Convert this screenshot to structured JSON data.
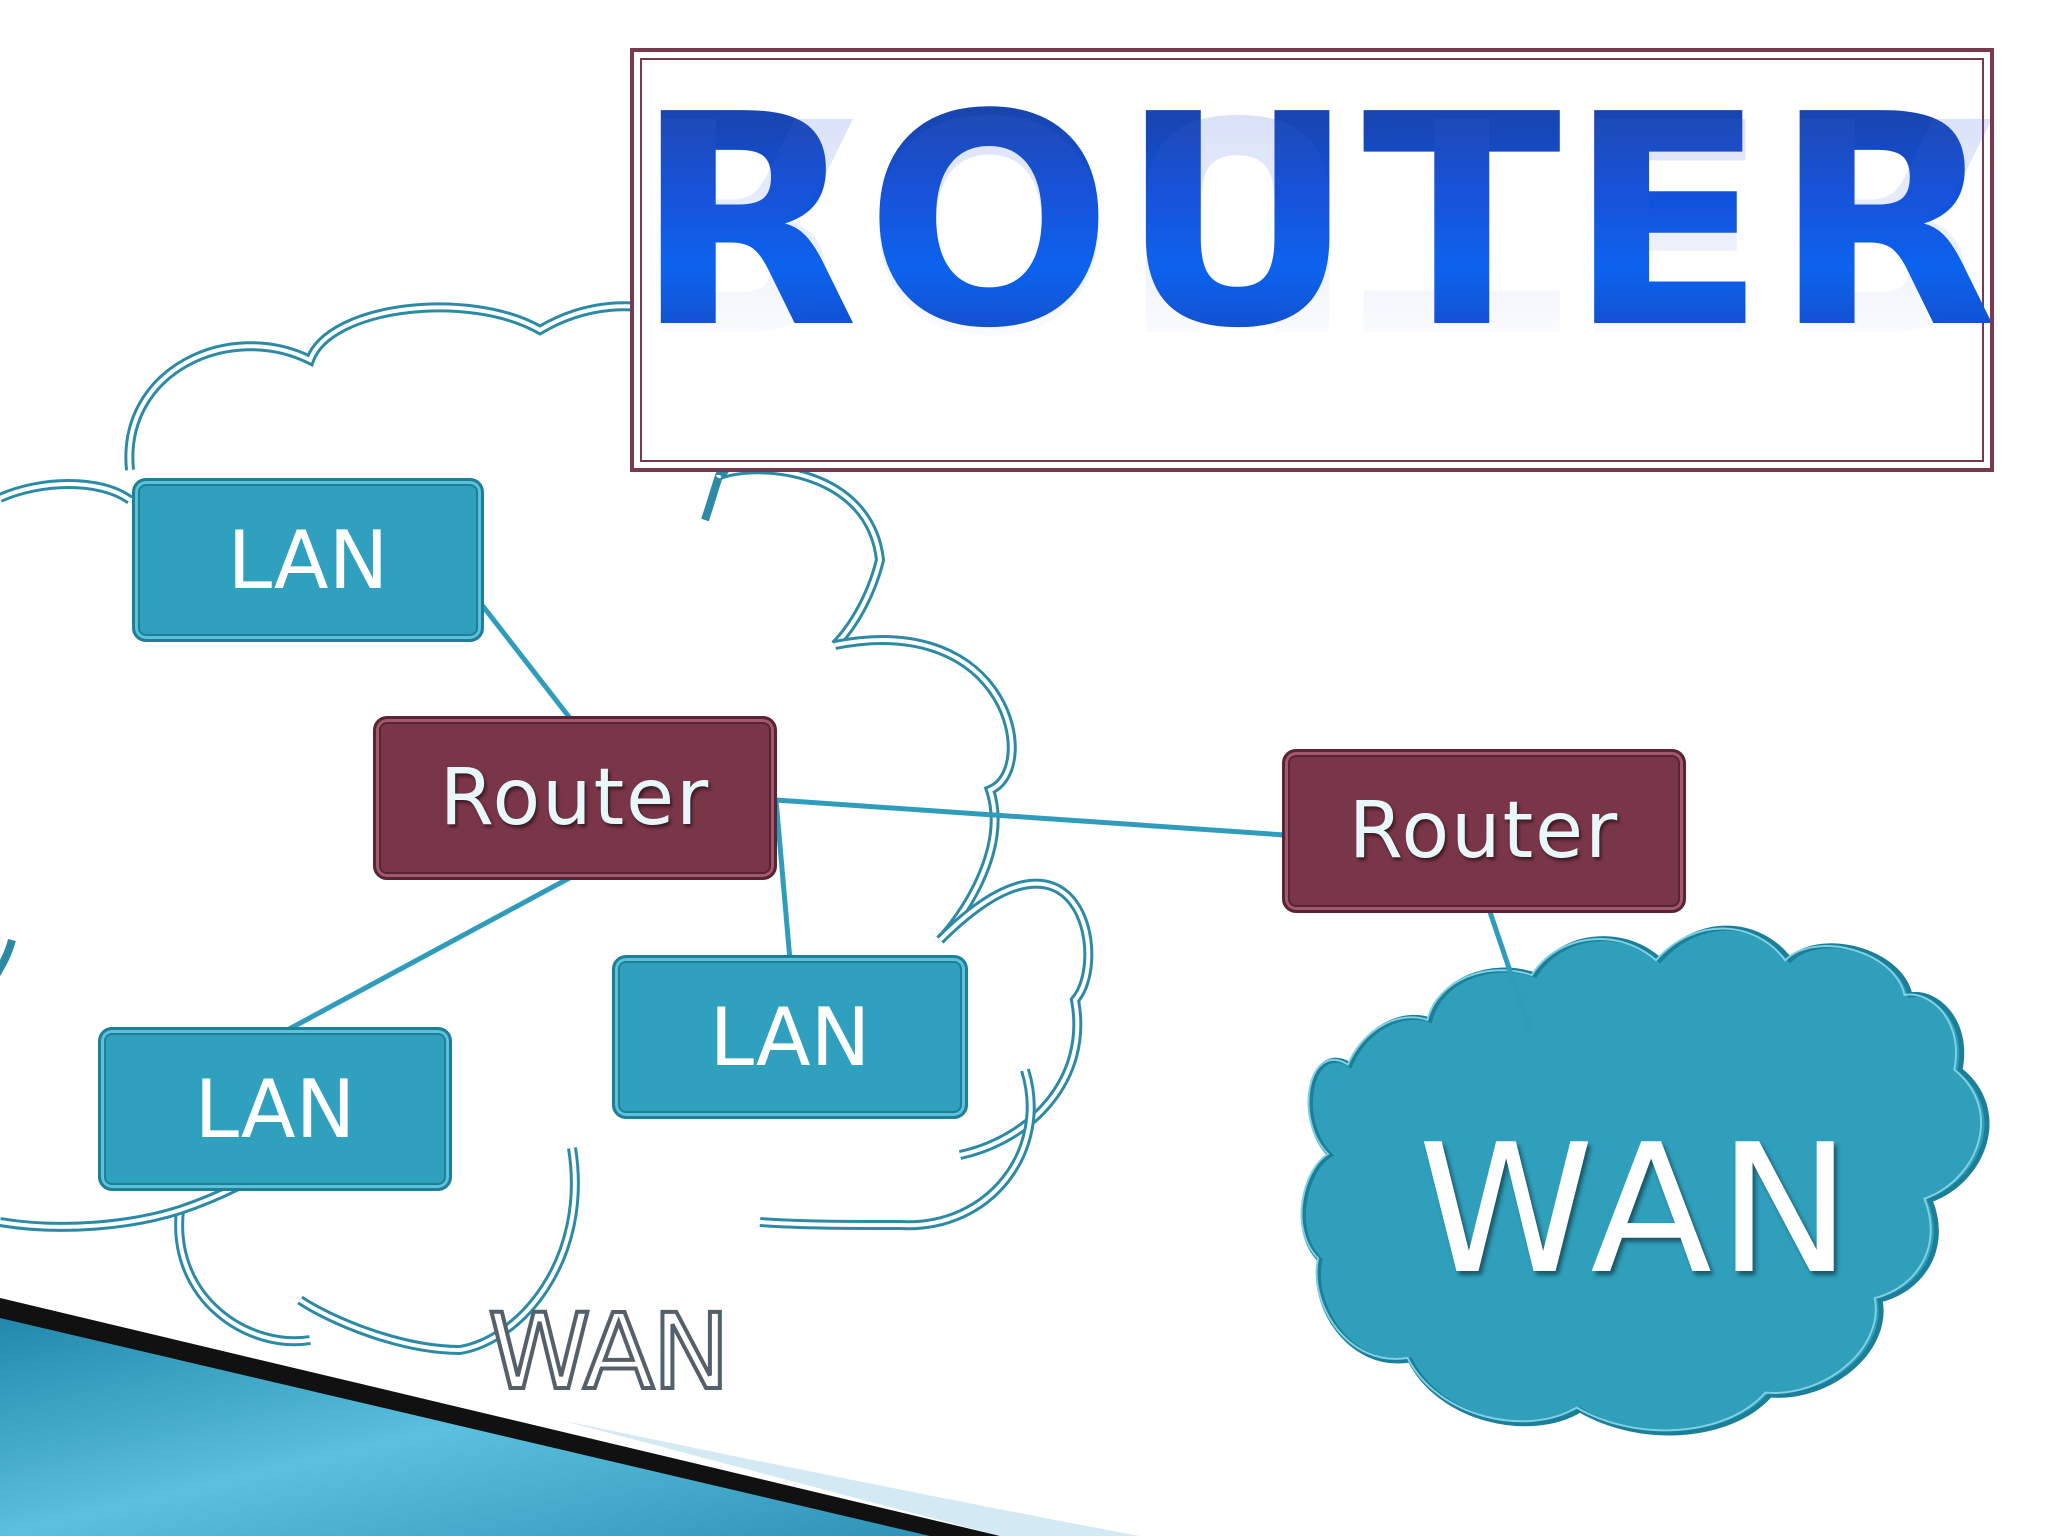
{
  "title": "ROUTER",
  "nodes": {
    "lan_top": "LAN",
    "lan_bottom_left": "LAN",
    "lan_bottom_mid": "LAN",
    "router_left": "Router",
    "router_right": "Router"
  },
  "clouds": {
    "left_label": "WAN",
    "right_label": "WAN"
  },
  "colors": {
    "lan_fill": "#2fa0be",
    "router_fill": "#7a3649",
    "title_blue": "#0a3fc0",
    "link_line": "#2f9cbc",
    "frame_border": "#7a3a4e"
  }
}
